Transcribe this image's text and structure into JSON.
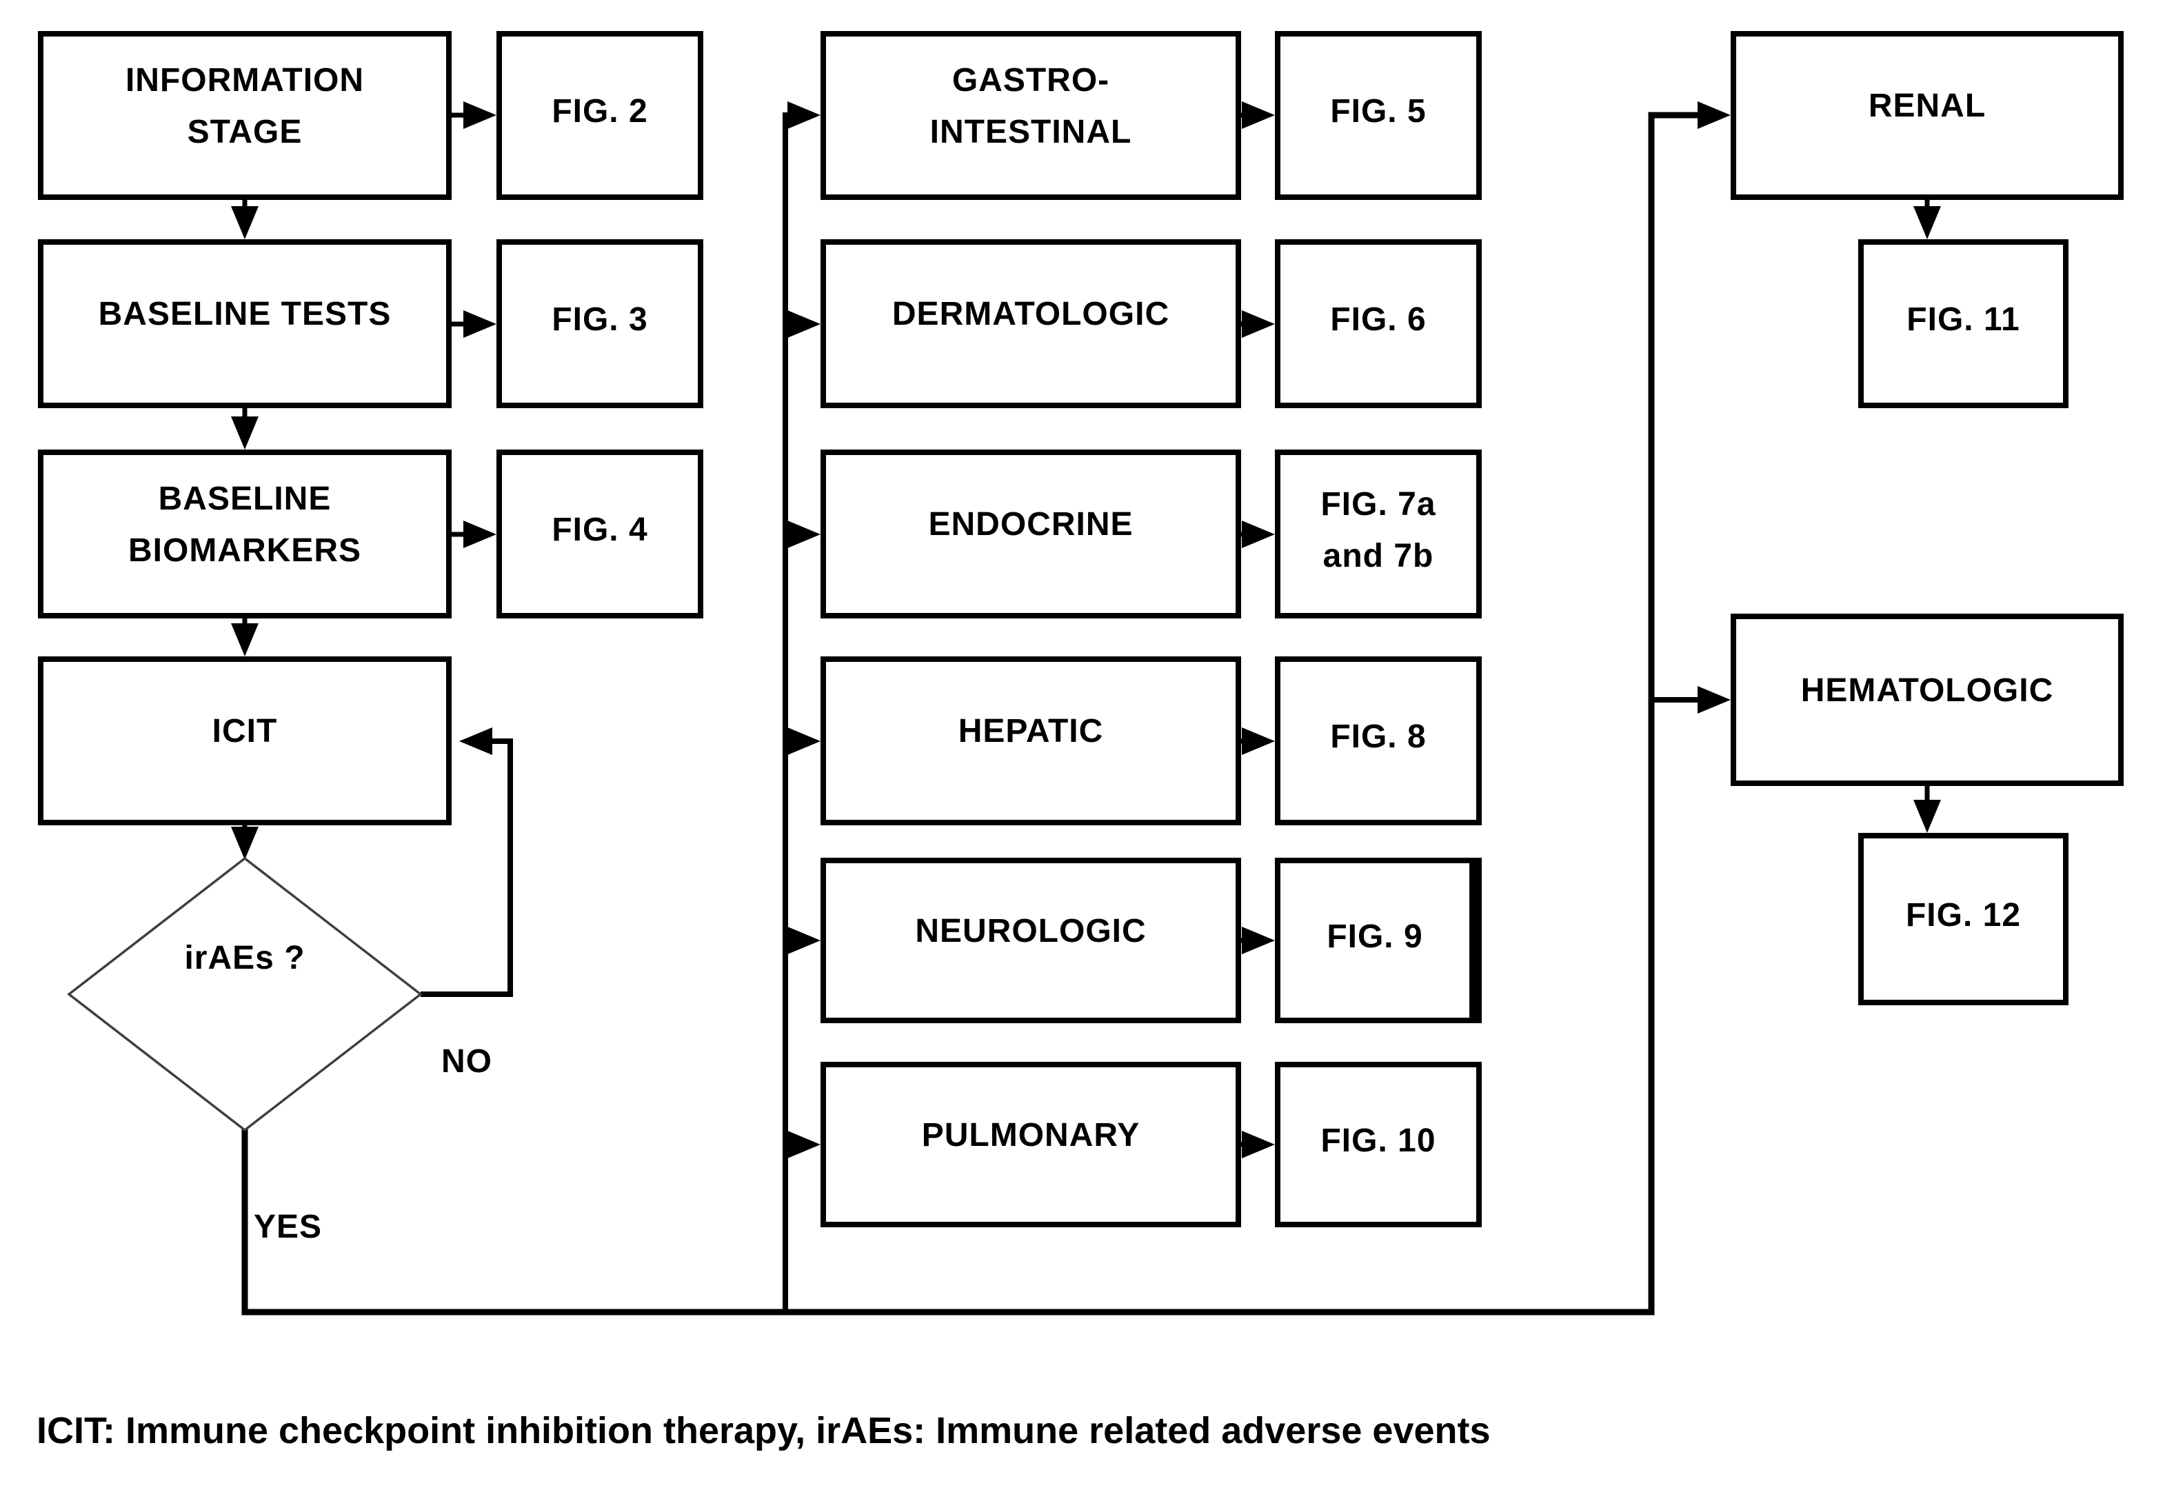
{
  "diagram": {
    "title_hint": "ICIT irAEs management overview flowchart",
    "colors": {
      "line": "#000000",
      "box_border": "#000000",
      "diamond_stroke": "#3f3f3f",
      "text": "#000000",
      "background": "#ffffff"
    },
    "nodes": {
      "information_stage": "INFORMATION\nSTAGE",
      "baseline_tests": "BASELINE TESTS",
      "baseline_biomarkers": "BASELINE\nBIOMARKERS",
      "icit": "ICIT",
      "fig2": "FIG. 2",
      "fig3": "FIG. 3",
      "fig4": "FIG. 4",
      "gastrointestinal": "GASTRO-\nINTESTINAL",
      "dermatologic": "DERMATOLOGIC",
      "endocrine": "ENDOCRINE",
      "hepatic": "HEPATIC",
      "neurologic": "NEUROLOGIC",
      "pulmonary": "PULMONARY",
      "fig5": "FIG. 5",
      "fig6": "FIG. 6",
      "fig7": "FIG. 7a\nand 7b",
      "fig8": "FIG. 8",
      "fig9": "FIG. 9",
      "fig10": "FIG. 10",
      "renal": "RENAL",
      "hematologic": "HEMATOLOGIC",
      "fig11": "FIG. 11",
      "fig12": "FIG. 12"
    },
    "decision": {
      "question": "irAEs ?",
      "yes": "YES",
      "no": "NO"
    },
    "edges": [
      {
        "from": "information_stage",
        "to": "baseline_tests"
      },
      {
        "from": "information_stage",
        "to": "fig2"
      },
      {
        "from": "baseline_tests",
        "to": "baseline_biomarkers"
      },
      {
        "from": "baseline_tests",
        "to": "fig3"
      },
      {
        "from": "baseline_biomarkers",
        "to": "icit"
      },
      {
        "from": "baseline_biomarkers",
        "to": "fig4"
      },
      {
        "from": "icit",
        "to": "irAEs_decision"
      },
      {
        "from": "irAEs_decision",
        "to": "icit",
        "label": "NO"
      },
      {
        "from": "irAEs_decision",
        "to": "organ_systems",
        "label": "YES"
      },
      {
        "from": "organ_systems_trunk",
        "to": "gastrointestinal"
      },
      {
        "from": "organ_systems_trunk",
        "to": "dermatologic"
      },
      {
        "from": "organ_systems_trunk",
        "to": "endocrine"
      },
      {
        "from": "organ_systems_trunk",
        "to": "hepatic"
      },
      {
        "from": "organ_systems_trunk",
        "to": "neurologic"
      },
      {
        "from": "organ_systems_trunk",
        "to": "pulmonary"
      },
      {
        "from": "organ_systems_trunk",
        "to": "renal"
      },
      {
        "from": "organ_systems_trunk",
        "to": "hematologic"
      },
      {
        "from": "gastrointestinal",
        "to": "fig5"
      },
      {
        "from": "dermatologic",
        "to": "fig6"
      },
      {
        "from": "endocrine",
        "to": "fig7"
      },
      {
        "from": "hepatic",
        "to": "fig8"
      },
      {
        "from": "neurologic",
        "to": "fig9"
      },
      {
        "from": "pulmonary",
        "to": "fig10"
      },
      {
        "from": "renal",
        "to": "fig11"
      },
      {
        "from": "hematologic",
        "to": "fig12"
      }
    ],
    "caption": "ICIT: Immune checkpoint inhibition therapy, irAEs: Immune related adverse events"
  }
}
